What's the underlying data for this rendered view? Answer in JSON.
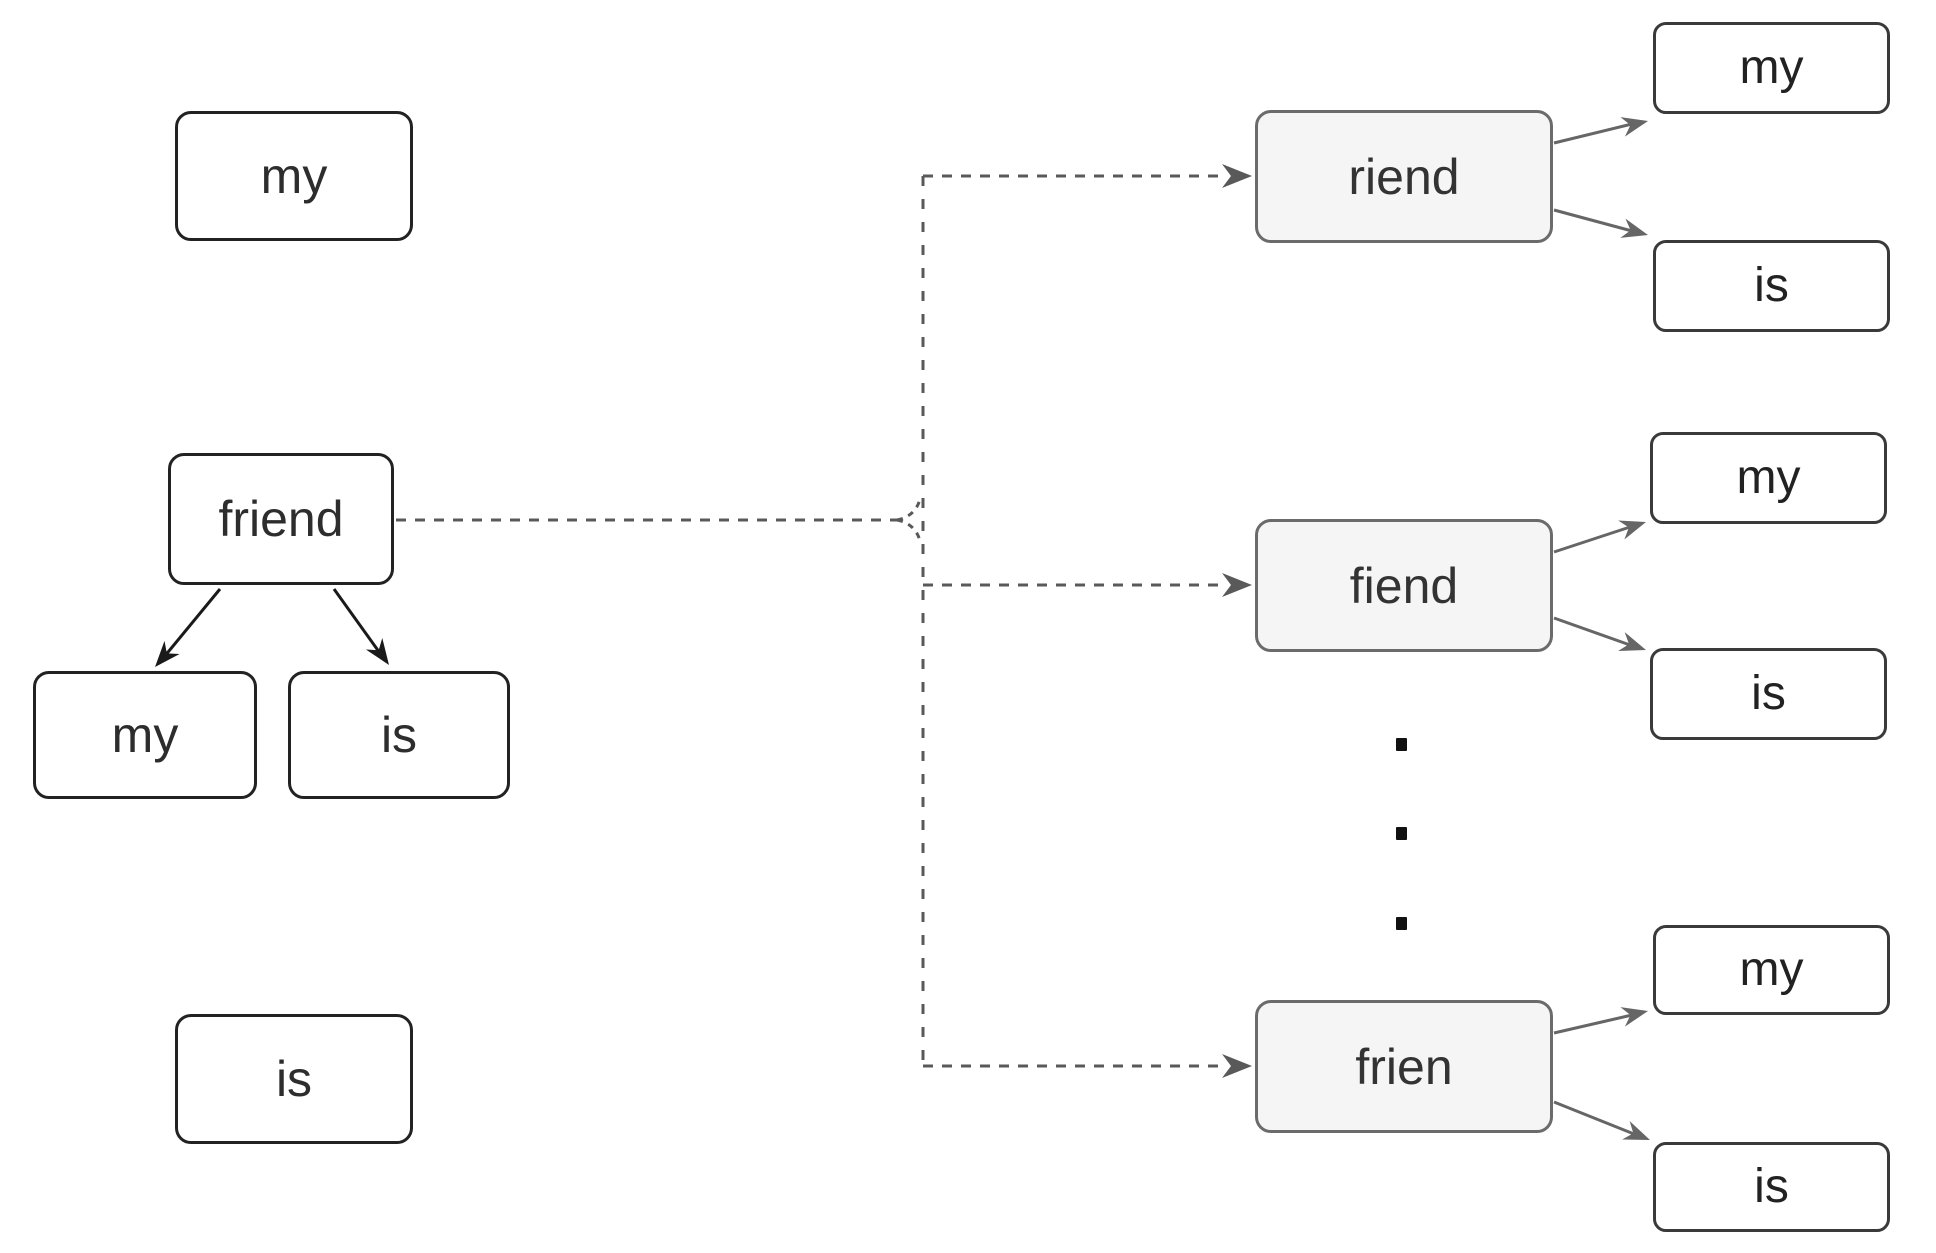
{
  "nodes": {
    "context_before": "my",
    "root": "friend",
    "child_left": "my",
    "child_right": "is",
    "context_after": "is",
    "variant1": "riend",
    "variant1_child_top": "my",
    "variant1_child_bottom": "is",
    "variant2": "fiend",
    "variant2_child_top": "my",
    "variant2_child_bottom": "is",
    "variant3": "frien",
    "variant3_child_top": "my",
    "variant3_child_bottom": "is"
  },
  "ellipsis_icon": "vertical-ellipsis",
  "colors": {
    "background": "#ffffff",
    "dark_box_border": "#222222",
    "variant_box_fill": "#f5f5f5",
    "variant_box_border": "#6b6b6b",
    "context_box_border": "#3a3a3a",
    "dashed_connector": "#595959",
    "solid_arrow_black": "#1a1a1a",
    "solid_arrow_gray": "#666666",
    "text": "#2d2d2d",
    "ellipsis_dot": "#111111"
  }
}
